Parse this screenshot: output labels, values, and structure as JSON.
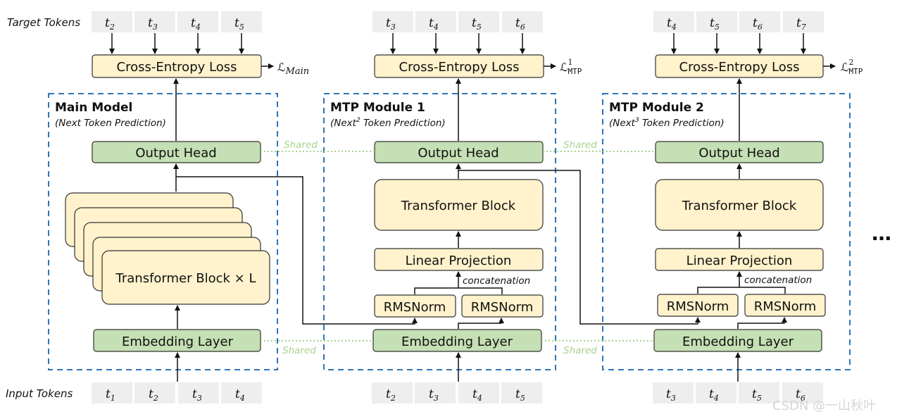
{
  "row_labels": {
    "target": "Target Tokens",
    "input": "Input Tokens"
  },
  "columns": [
    {
      "title": "Main Model",
      "subtitle": "(Next Token Prediction)",
      "target_tokens": [
        [
          "t",
          "2"
        ],
        [
          "t",
          "3"
        ],
        [
          "t",
          "4"
        ],
        [
          "t",
          "5"
        ]
      ],
      "input_tokens": [
        [
          "t",
          "1"
        ],
        [
          "t",
          "2"
        ],
        [
          "t",
          "3"
        ],
        [
          "t",
          "4"
        ]
      ],
      "loss_label": "Cross-Entropy Loss",
      "loss_symbol": "ℒ",
      "loss_sub": "Main",
      "loss_sup": "",
      "output_head": "Output Head",
      "embedding": "Embedding Layer",
      "transformer": "Transformer Block × L"
    },
    {
      "title": "MTP Module 1",
      "subtitle_pre": "(Next",
      "subtitle_sup": "2",
      "subtitle_post": " Token Prediction)",
      "target_tokens": [
        [
          "t",
          "3"
        ],
        [
          "t",
          "4"
        ],
        [
          "t",
          "5"
        ],
        [
          "t",
          "6"
        ]
      ],
      "input_tokens": [
        [
          "t",
          "2"
        ],
        [
          "t",
          "3"
        ],
        [
          "t",
          "4"
        ],
        [
          "t",
          "5"
        ]
      ],
      "loss_label": "Cross-Entropy Loss",
      "loss_symbol": "ℒ",
      "loss_sub": "MTP",
      "loss_sup": "1",
      "output_head": "Output Head",
      "transformer": "Transformer Block",
      "linear_projection": "Linear Projection",
      "concatenation": "concatenation",
      "rmsnorm_left": "RMSNorm",
      "rmsnorm_right": "RMSNorm",
      "embedding": "Embedding Layer"
    },
    {
      "title": "MTP Module 2",
      "subtitle_pre": "(Next",
      "subtitle_sup": "3",
      "subtitle_post": " Token Prediction)",
      "target_tokens": [
        [
          "t",
          "4"
        ],
        [
          "t",
          "5"
        ],
        [
          "t",
          "6"
        ],
        [
          "t",
          "7"
        ]
      ],
      "input_tokens": [
        [
          "t",
          "3"
        ],
        [
          "t",
          "4"
        ],
        [
          "t",
          "5"
        ],
        [
          "t",
          "6"
        ]
      ],
      "loss_label": "Cross-Entropy Loss",
      "loss_symbol": "ℒ",
      "loss_sub": "MTP",
      "loss_sup": "2",
      "output_head": "Output Head",
      "transformer": "Transformer Block",
      "linear_projection": "Linear Projection",
      "concatenation": "concatenation",
      "rmsnorm_left": "RMSNorm",
      "rmsnorm_right": "RMSNorm",
      "embedding": "Embedding Layer"
    }
  ],
  "shared_label": "Shared",
  "ellipsis": "…",
  "watermark": "CSDN @一山秋叶",
  "colors": {
    "yellow_fill": "#fff2cc",
    "green_fill": "#c5e0b4",
    "token_fill": "#eeeeee",
    "box_stroke": "#333333",
    "module_border": "#2e75b6",
    "shared_line": "#a9d18e"
  }
}
